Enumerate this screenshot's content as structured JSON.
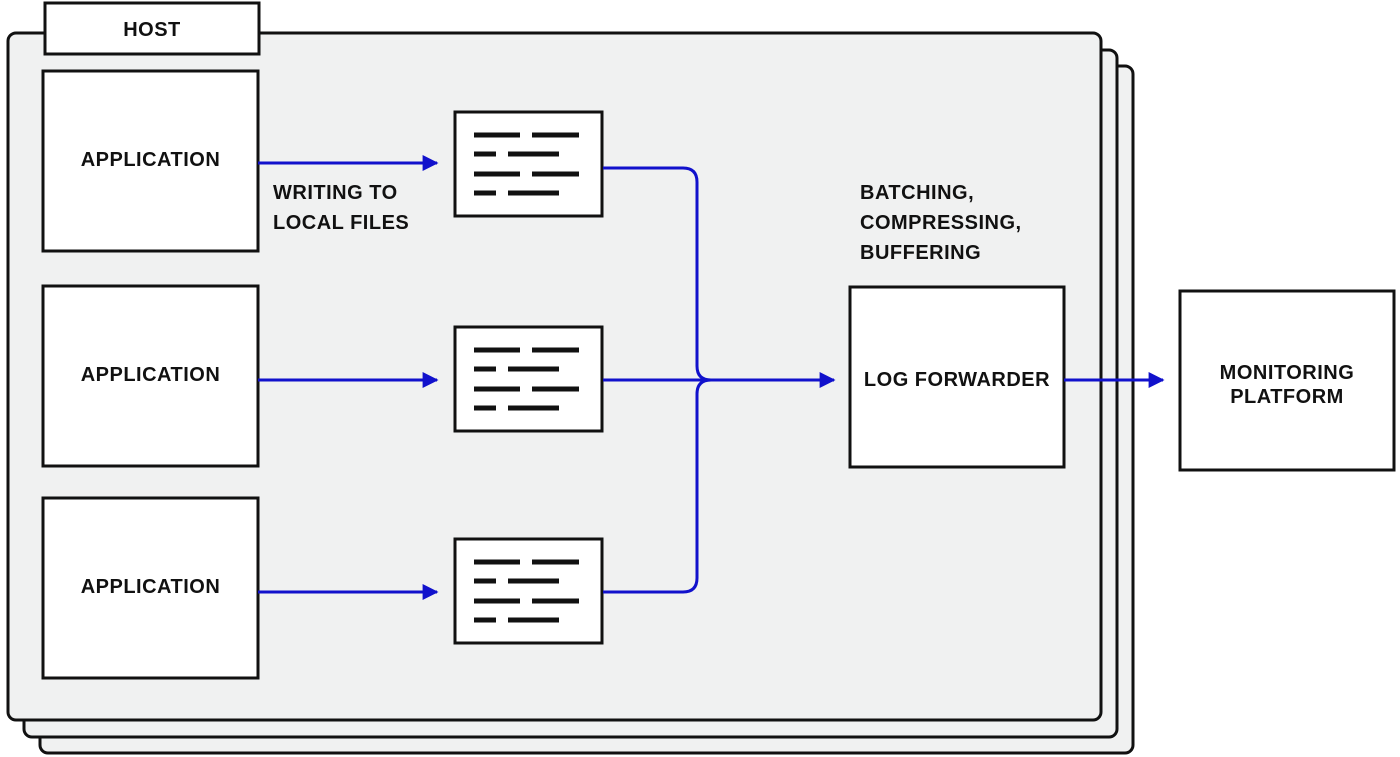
{
  "host": {
    "tab_label": "HOST",
    "stack_count": 3
  },
  "applications": [
    {
      "label": "APPLICATION"
    },
    {
      "label": "APPLICATION"
    },
    {
      "label": "APPLICATION"
    }
  ],
  "annotations": {
    "writing_line1": "WRITING TO",
    "writing_line2": "LOCAL FILES",
    "forwarder_line1": "BATCHING,",
    "forwarder_line2": "COMPRESSING,",
    "forwarder_line3": "BUFFERING"
  },
  "log_forwarder": {
    "label": "LOG FORWARDER"
  },
  "monitoring_platform": {
    "line1": "MONITORING",
    "line2": "PLATFORM"
  },
  "colors": {
    "arrow": "#1111cc",
    "border": "#111111",
    "host_fill": "#f0f1f1",
    "box_fill": "#ffffff"
  },
  "icons": {
    "log_file": "log-file-icon"
  }
}
